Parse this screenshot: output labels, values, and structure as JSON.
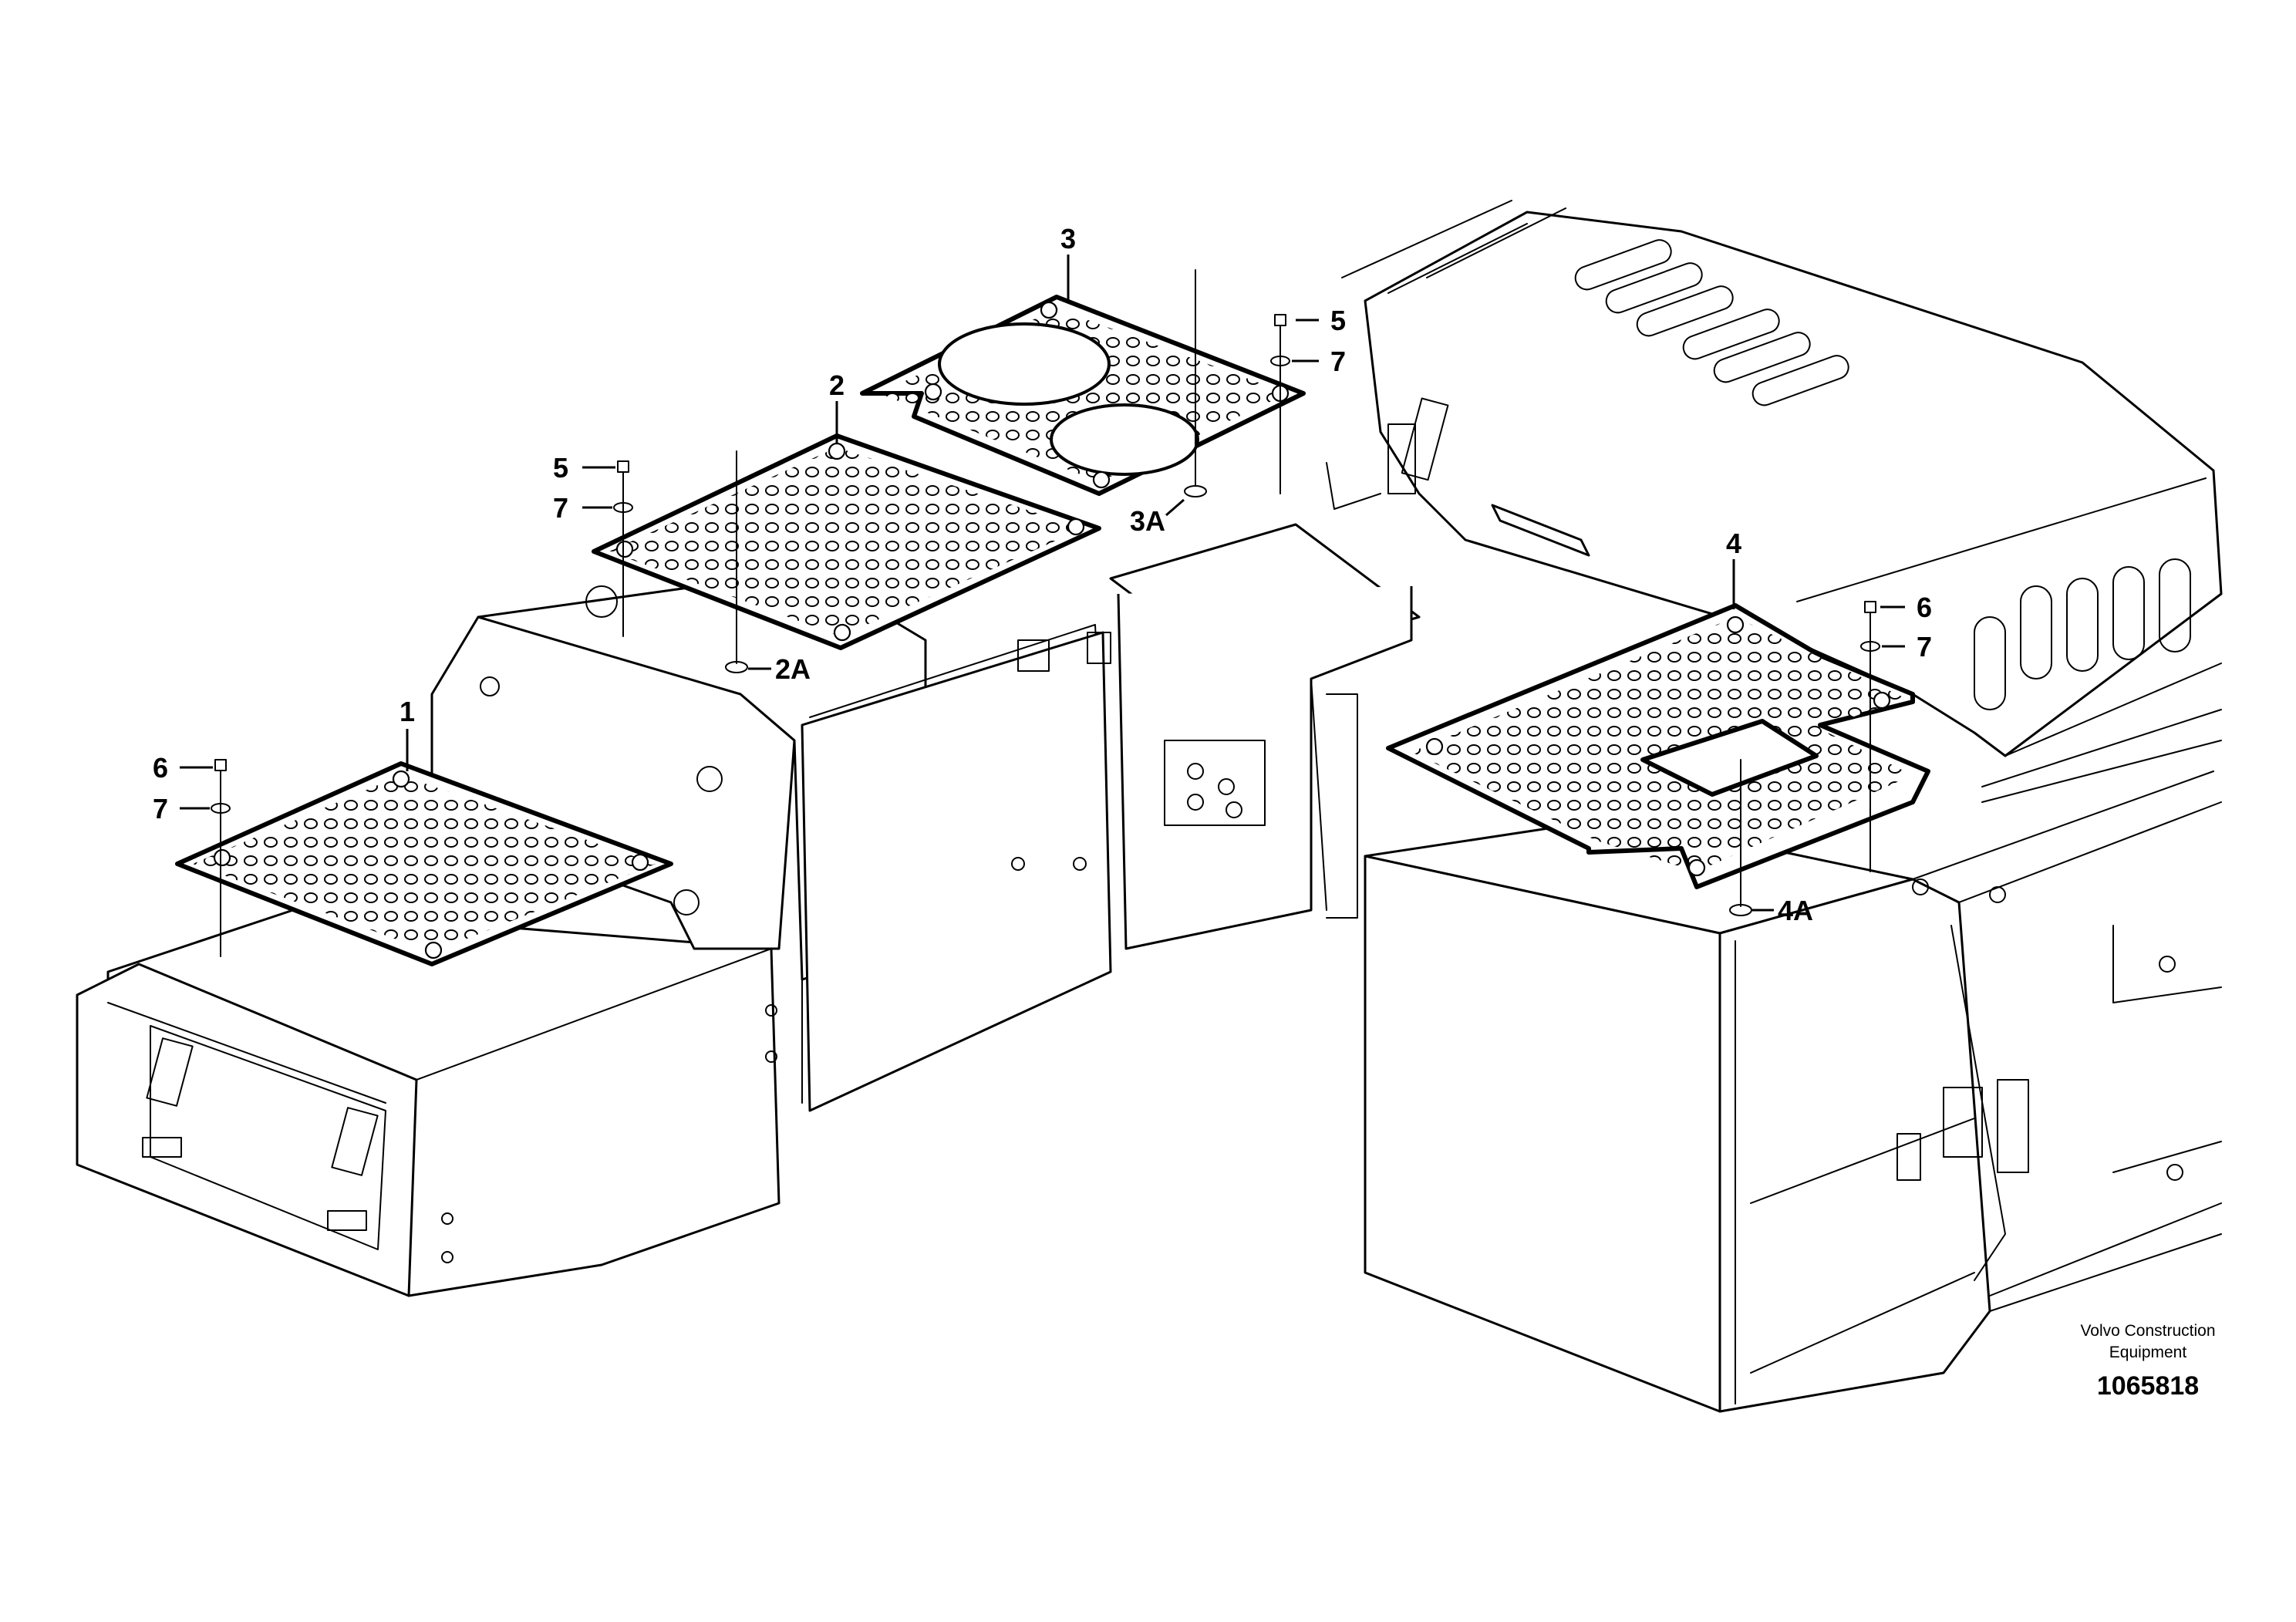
{
  "diagram": {
    "callouts": {
      "c1": "1",
      "c2": "2",
      "c2a": "2A",
      "c3": "3",
      "c3a": "3A",
      "c4": "4",
      "c4a": "4A",
      "c5_left": "5",
      "c7_left_upper": "7",
      "c5_mid": "5",
      "c7_mid": "7",
      "c6_left": "6",
      "c7_left_lower": "7",
      "c6_right": "6",
      "c7_right": "7"
    },
    "brand_line1": "Volvo Construction",
    "brand_line2": "Equipment",
    "document_number": "1065818"
  }
}
